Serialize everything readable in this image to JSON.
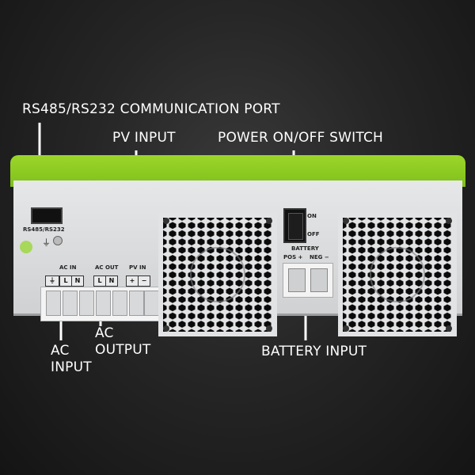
{
  "callouts": {
    "comm_port": "RS485/RS232 COMMUNICATION PORT",
    "pv_input": "PV INPUT",
    "power_switch": "POWER ON/OFF SWITCH",
    "ac_input_1": "AC",
    "ac_input_2": "INPUT",
    "ac_output_1": "AC",
    "ac_output_2": "OUTPUT",
    "battery_input": "BATTERY INPUT"
  },
  "device_labels": {
    "port": "RS485/RS232",
    "ac_in": "AC IN",
    "ac_out": "AC OUT",
    "pv_in": "PV IN",
    "l": "L",
    "n": "N",
    "plus": "+",
    "minus": "−",
    "on": "ON",
    "off": "OFF",
    "battery": "BATTERY",
    "pos": "POS +",
    "neg": "NEG −"
  },
  "colors": {
    "accent_green": "#8cc924",
    "panel_grey": "#dcdddf",
    "background": "#1e1e1e"
  }
}
